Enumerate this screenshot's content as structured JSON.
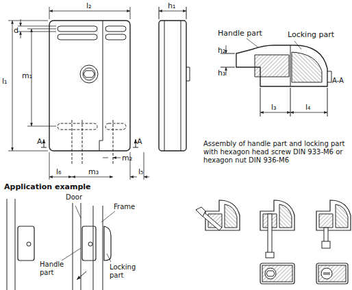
{
  "diagram": {
    "labels": [
      "l₂",
      "h₁",
      "d",
      "l₁",
      "m₁",
      "A",
      "A",
      "m₂",
      "l₆",
      "m₃",
      "l₅",
      "Handle part",
      "Locking part",
      "h₂",
      "h₃",
      "A-A",
      "l₃",
      "l₄",
      "Assembly of handle part and locking part with hexagon head screw DIN 933-M6 or hexagon nut DIN 936-M6",
      "Application example",
      "Door",
      "Frame",
      "Handle part",
      "Locking part"
    ]
  }
}
